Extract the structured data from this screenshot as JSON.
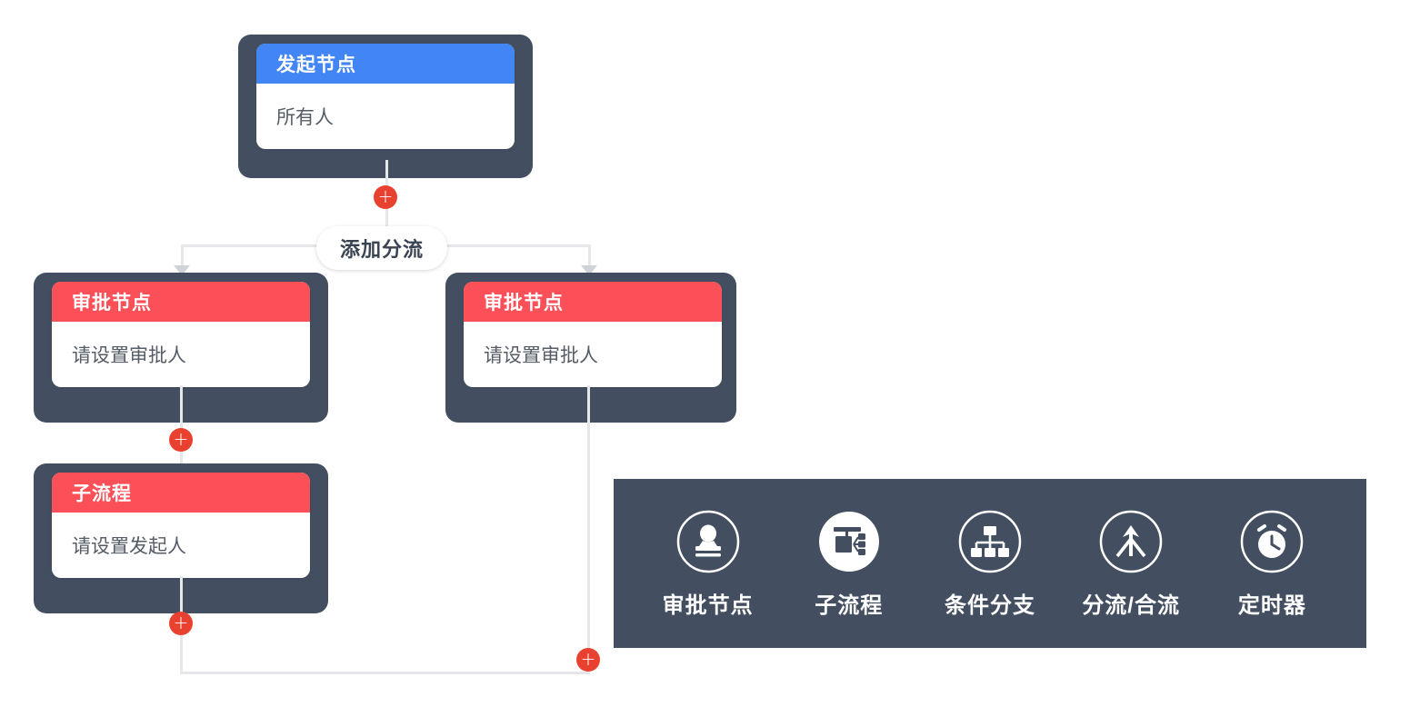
{
  "canvas": {
    "background": "#ffffff",
    "node_frame_color": "#434F60",
    "start_header_color": "#4285F4",
    "approve_header_color": "#FC5058",
    "connector_color": "#e6e7eb",
    "plus_button_color": "#E8412F",
    "arrow_color": "#cfd2d8"
  },
  "nodes": {
    "start": {
      "title": "发起节点",
      "body": "所有人"
    },
    "approve_left": {
      "title": "审批节点",
      "body": "请设置审批人"
    },
    "approve_right": {
      "title": "审批节点",
      "body": "请设置审批人"
    },
    "subprocess": {
      "title": "子流程",
      "body": "请设置发起人"
    }
  },
  "buttons": {
    "add_branch": "添加分流",
    "plus_label": "+",
    "plus_buttons": [
      {
        "name": "add-after-start",
        "label": "+"
      },
      {
        "name": "add-after-approve-left",
        "label": "+"
      },
      {
        "name": "add-after-subprocess",
        "label": "+"
      },
      {
        "name": "add-after-approve-right",
        "label": "+"
      }
    ]
  },
  "toolbar": {
    "background": "#434F60",
    "items": [
      {
        "icon": "approval-stamp-icon",
        "label": "审批节点"
      },
      {
        "icon": "subprocess-icon",
        "label": "子流程"
      },
      {
        "icon": "condition-branch-icon",
        "label": "条件分支"
      },
      {
        "icon": "split-merge-icon",
        "label": "分流/合流"
      },
      {
        "icon": "timer-icon",
        "label": "定时器"
      }
    ]
  }
}
